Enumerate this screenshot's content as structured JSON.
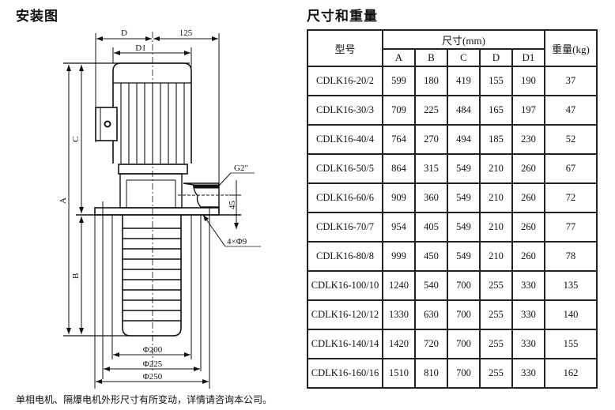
{
  "drawing": {
    "title": "安装图",
    "labels": {
      "D": "D",
      "d125": "125",
      "D1": "D1",
      "A": "A",
      "B": "B",
      "C": "C",
      "G2": "G2\"",
      "h45": "45",
      "holes": "4×Φ9",
      "phi200": "Φ200",
      "phi225": "Φ225",
      "phi250": "Φ250"
    }
  },
  "table": {
    "title": "尺寸和重量",
    "header": {
      "model": "型号",
      "dims": "尺寸(mm)",
      "weight": "重量(kg)",
      "cols": [
        "A",
        "B",
        "C",
        "D",
        "D1"
      ]
    },
    "rows": [
      [
        "CDLK16-20/2",
        "599",
        "180",
        "419",
        "155",
        "190",
        "37"
      ],
      [
        "CDLK16-30/3",
        "709",
        "225",
        "484",
        "165",
        "197",
        "47"
      ],
      [
        "CDLK16-40/4",
        "764",
        "270",
        "494",
        "185",
        "230",
        "52"
      ],
      [
        "CDLK16-50/5",
        "864",
        "315",
        "549",
        "210",
        "260",
        "67"
      ],
      [
        "CDLK16-60/6",
        "909",
        "360",
        "549",
        "210",
        "260",
        "72"
      ],
      [
        "CDLK16-70/7",
        "954",
        "405",
        "549",
        "210",
        "260",
        "77"
      ],
      [
        "CDLK16-80/8",
        "999",
        "450",
        "549",
        "210",
        "260",
        "78"
      ],
      [
        "CDLK16-100/10",
        "1240",
        "540",
        "700",
        "255",
        "330",
        "135"
      ],
      [
        "CDLK16-120/12",
        "1330",
        "630",
        "700",
        "255",
        "330",
        "140"
      ],
      [
        "CDLK16-140/14",
        "1420",
        "720",
        "700",
        "255",
        "330",
        "155"
      ],
      [
        "CDLK16-160/16",
        "1510",
        "810",
        "700",
        "255",
        "330",
        "162"
      ]
    ]
  },
  "note": "单相电机、隔爆电机外形尺寸有所变动，详情请咨询本公司。"
}
